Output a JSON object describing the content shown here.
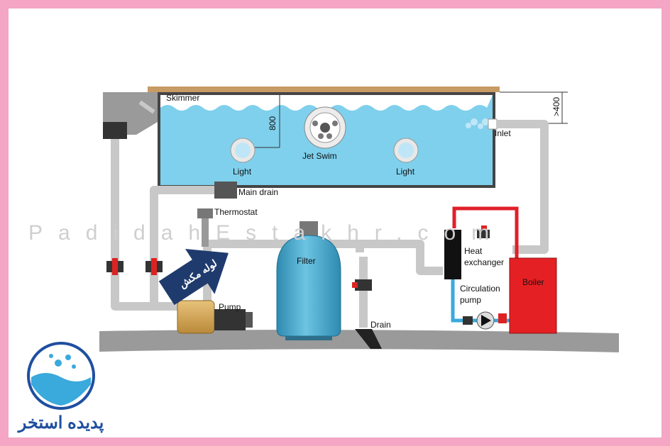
{
  "labels": {
    "skimmer": "Skimmer",
    "depth_800": "800",
    "jet_swim": "Jet Swim",
    "light_left": "Light",
    "light_right": "Light",
    "height_400": ">400",
    "inlet": "Inlet",
    "main_drain": "Main drain",
    "thermostat": "Thermostat",
    "filter": "Filter",
    "pump": "Pump",
    "drain": "Drain",
    "heat_exchanger_1": "Heat",
    "heat_exchanger_2": "exchanger",
    "circulation_pump_1": "Circulation",
    "circulation_pump_2": "pump",
    "boiler": "Boiler"
  },
  "callout_text": "لوله مکش",
  "watermark": "PadidahEstakhr.com",
  "logo_text": "پدیده استخر",
  "colors": {
    "border_pink": "#f4a6c4",
    "water": "#7fd0ec",
    "pipe": "#c8c8c8",
    "hot_pipe": "#e0202a",
    "cold_pipe": "#3aa9dc",
    "boiler": "#e52024",
    "filter_tank": "#4aa6c8",
    "callout_arrow": "#1f3b6e",
    "logo_blue": "#1f4fa0"
  }
}
